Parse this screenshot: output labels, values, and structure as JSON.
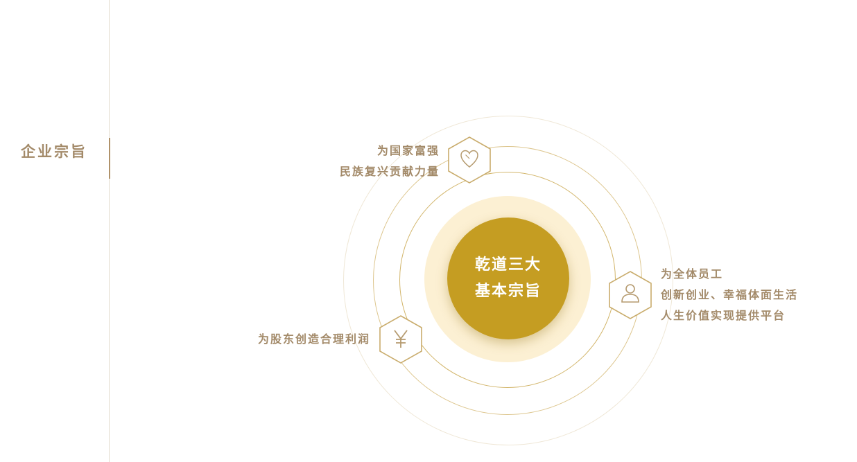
{
  "section": {
    "title": "企业宗旨"
  },
  "center": {
    "line1": "乾道三大",
    "line2": "基本宗旨"
  },
  "purposes": [
    {
      "icon": "heart-icon",
      "lines": [
        "为国家富强",
        "民族复兴贡献力量"
      ]
    },
    {
      "icon": "person-icon",
      "lines": [
        "为全体员工",
        "创新创业、幸福体面生活",
        "人生价值实现提供平台"
      ]
    },
    {
      "icon": "yen-icon",
      "lines": [
        "为股东创造合理利润"
      ]
    }
  ],
  "colors": {
    "accent": "#c59d22",
    "text": "#a38a69",
    "glow": "#fcf0d3",
    "hex_stroke": "#c9ac6c"
  }
}
